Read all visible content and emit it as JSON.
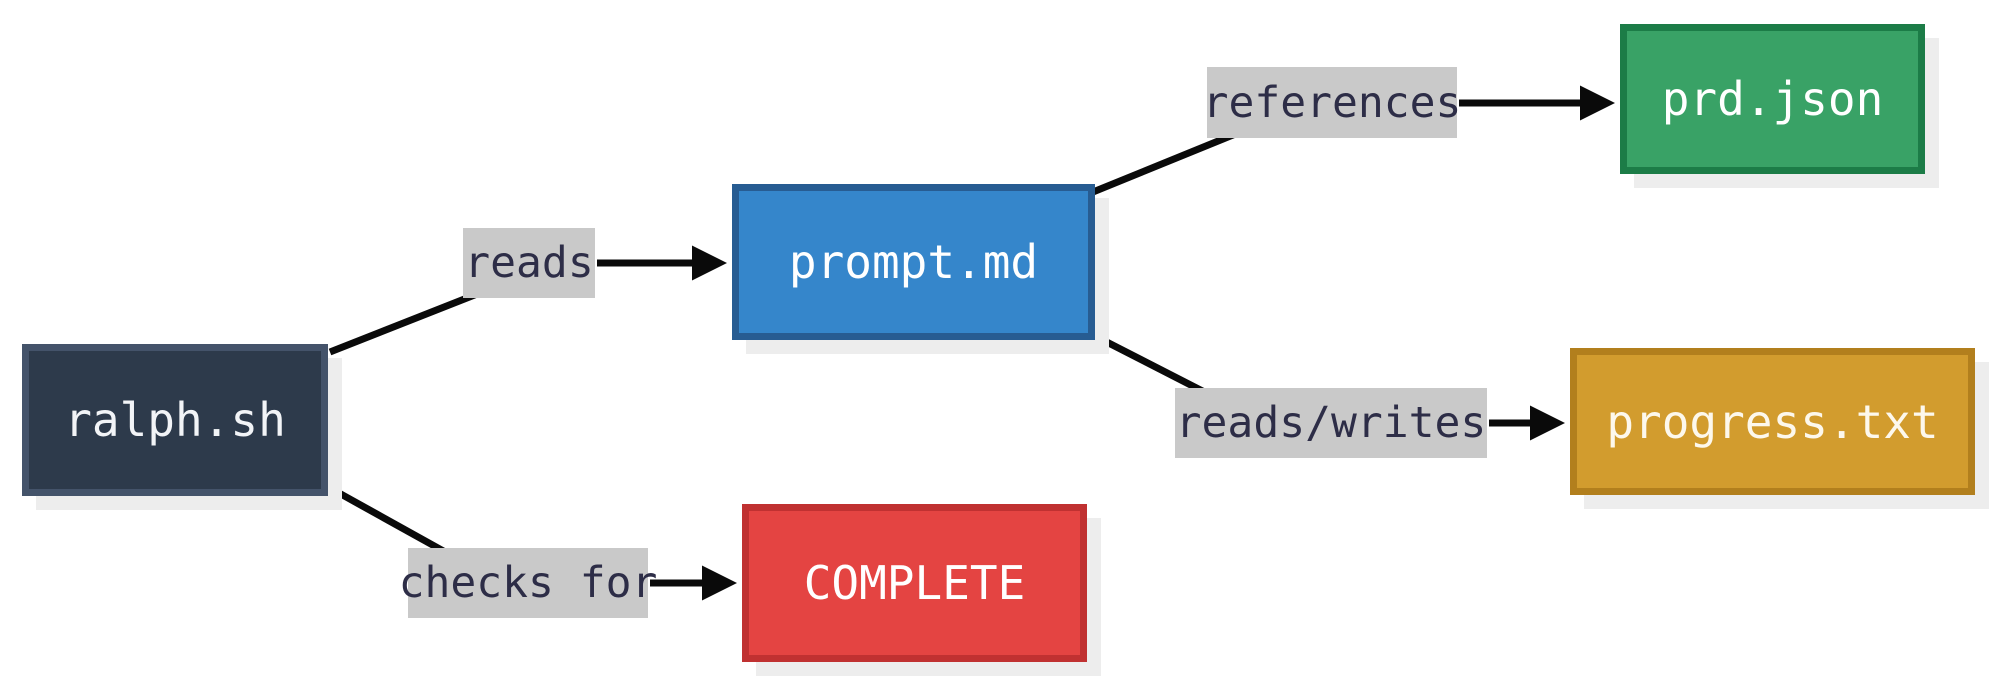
{
  "diagram": {
    "title": "ralph.sh file relationship diagram",
    "background_color": "#ffffff",
    "line_color": "#0a0a0a",
    "edge_label_bg": "#c9c9c9",
    "edge_label_text_color": "#2d2d47",
    "shadow_color": "#ededed",
    "nodes": [
      {
        "id": "ralph",
        "label": "ralph.sh",
        "fill": "#2d3a4b",
        "border": "#44536a",
        "text_color": "#f2f4f7"
      },
      {
        "id": "prompt",
        "label": "prompt.md",
        "fill": "#3586cb",
        "border": "#275c92",
        "text_color": "#ffffff"
      },
      {
        "id": "prd",
        "label": "prd.json",
        "fill": "#39a266",
        "border": "#1c7c47",
        "text_color": "#ffffff"
      },
      {
        "id": "progress",
        "label": "progress.txt",
        "fill": "#d29c2e",
        "border": "#b27f1d",
        "text_color": "#fdf8ec"
      },
      {
        "id": "complete",
        "label": "COMPLETE",
        "fill": "#e44442",
        "border": "#c03131",
        "text_color": "#ffffff"
      }
    ],
    "edges": [
      {
        "from": "ralph",
        "to": "prompt",
        "label": "reads"
      },
      {
        "from": "ralph",
        "to": "complete",
        "label": "checks for"
      },
      {
        "from": "prompt",
        "to": "prd",
        "label": "references"
      },
      {
        "from": "prompt",
        "to": "progress",
        "label": "reads/writes"
      }
    ]
  }
}
